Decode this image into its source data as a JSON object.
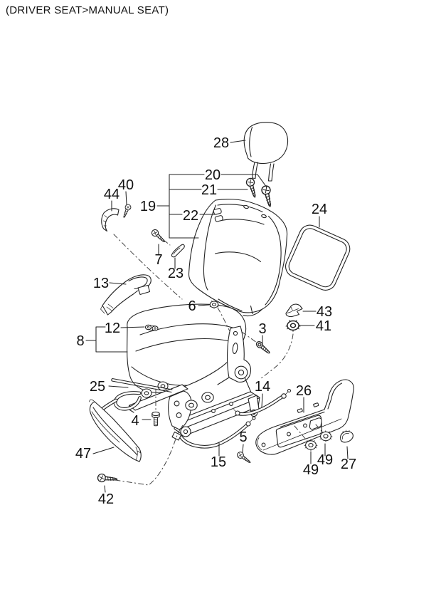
{
  "title": "(DRIVER SEAT>MANUAL SEAT)",
  "colors": {
    "ink": "#222222",
    "paper": "#ffffff"
  },
  "callouts": {
    "c28": "28",
    "c20": "20",
    "c21": "21",
    "c19": "19",
    "c22": "22",
    "c24": "24",
    "c44": "44",
    "c40": "40",
    "c7": "7",
    "c23": "23",
    "c13": "13",
    "c6": "6",
    "c3": "3",
    "c43": "43",
    "c41": "41",
    "c12": "12",
    "c8": "8",
    "c25": "25",
    "c4": "4",
    "c47": "47",
    "c42": "42",
    "c15": "15",
    "c5": "5",
    "c14": "14",
    "c26": "26",
    "c49a": "49",
    "c49b": "49",
    "c27": "27"
  }
}
